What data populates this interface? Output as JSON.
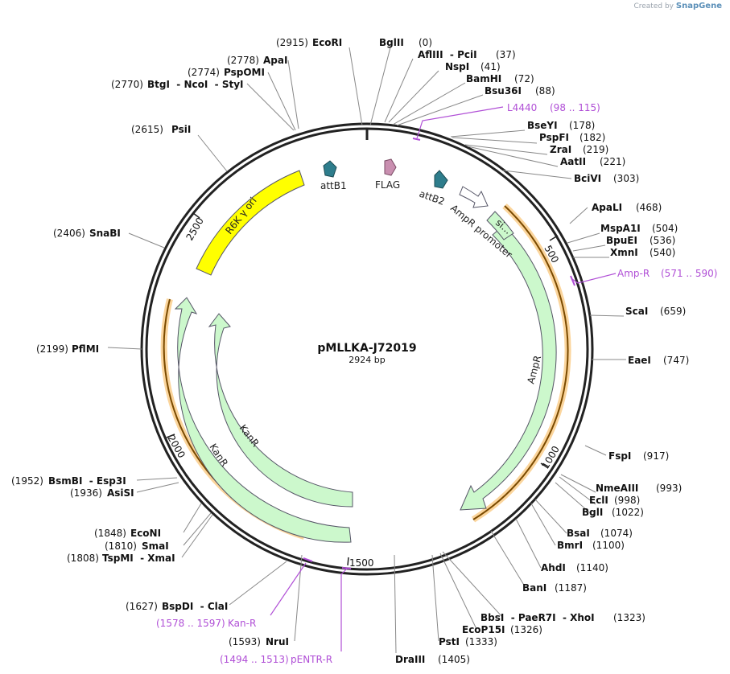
{
  "brand": {
    "created_by": "Created by",
    "name": "SnapGene"
  },
  "plasmid": {
    "name": "pMLLKA-J72019",
    "size_label": "2924 bp"
  },
  "ticks": [
    "500",
    "1000",
    "1500",
    "2000",
    "2500"
  ],
  "enzymes": [
    {
      "id": "ecori",
      "label": "EcoRI",
      "num": "(2915)"
    },
    {
      "id": "bglii",
      "label": "BglII",
      "num": "(0)"
    },
    {
      "id": "aflIII",
      "label": "AflIII  - PciI",
      "num": "(37)"
    },
    {
      "id": "nspi",
      "label": "NspI",
      "num": "(41)"
    },
    {
      "id": "bamhi",
      "label": "BamHI",
      "num": "(72)"
    },
    {
      "id": "bsu36i",
      "label": "Bsu36I",
      "num": "(88)"
    },
    {
      "id": "bseyi",
      "label": "BseYI",
      "num": "(178)"
    },
    {
      "id": "pspfi",
      "label": "PspFI",
      "num": "(182)"
    },
    {
      "id": "zrai",
      "label": "ZraI",
      "num": "(219)"
    },
    {
      "id": "aatii",
      "label": "AatII",
      "num": "(221)"
    },
    {
      "id": "bcivi",
      "label": "BciVI",
      "num": "(303)"
    },
    {
      "id": "apali",
      "label": "ApaLI",
      "num": "(468)"
    },
    {
      "id": "mspa1i",
      "label": "MspA1I",
      "num": "(504)"
    },
    {
      "id": "bpuei",
      "label": "BpuEI",
      "num": "(536)"
    },
    {
      "id": "xmni",
      "label": "XmnI",
      "num": "(540)"
    },
    {
      "id": "scai",
      "label": "ScaI",
      "num": "(659)"
    },
    {
      "id": "eaei",
      "label": "EaeI",
      "num": "(747)"
    },
    {
      "id": "fspi",
      "label": "FspI",
      "num": "(917)"
    },
    {
      "id": "nmeaiii",
      "label": "NmeAIII",
      "num": "(993)"
    },
    {
      "id": "ecli",
      "label": "EclI",
      "num": "(998)"
    },
    {
      "id": "bgli",
      "label": "BglI",
      "num": "(1022)"
    },
    {
      "id": "bsai",
      "label": "BsaI",
      "num": "(1074)"
    },
    {
      "id": "bmri",
      "label": "BmrI",
      "num": "(1100)"
    },
    {
      "id": "ahdi",
      "label": "AhdI",
      "num": "(1140)"
    },
    {
      "id": "bani",
      "label": "BanI",
      "num": "(1187)"
    },
    {
      "id": "bbsi",
      "label": "BbsI  - PaeR7I  - XhoI",
      "num": "(1323)"
    },
    {
      "id": "ecop15i",
      "label": "EcoP15I",
      "num": "(1326)"
    },
    {
      "id": "psti",
      "label": "PstI",
      "num": "(1333)"
    },
    {
      "id": "draiii",
      "label": "DraIII",
      "num": "(1405)"
    },
    {
      "id": "nrui",
      "label": "NruI",
      "num": "(1593)"
    },
    {
      "id": "bspdi",
      "label": "BspDI  - ClaI",
      "num": "(1627)"
    },
    {
      "id": "tspmi",
      "label": "TspMI  - XmaI",
      "num": "(1808)"
    },
    {
      "id": "smai",
      "label": "SmaI",
      "num": "(1810)"
    },
    {
      "id": "econi",
      "label": "EcoNI",
      "num": "(1848)"
    },
    {
      "id": "asisi",
      "label": "AsiSI",
      "num": "(1936)"
    },
    {
      "id": "bsmbi",
      "label": "BsmBI  - Esp3I",
      "num": "(1952)"
    },
    {
      "id": "pflmi",
      "label": "PflMI",
      "num": "(2199)"
    },
    {
      "id": "snabi",
      "label": "SnaBI",
      "num": "(2406)"
    },
    {
      "id": "psii",
      "label": "PsiI",
      "num": "(2615)"
    },
    {
      "id": "btgi",
      "label": "BtgI  - NcoI  - StyI",
      "num": "(2770)"
    },
    {
      "id": "pspomi",
      "label": "PspOMI",
      "num": "(2774)"
    },
    {
      "id": "apai",
      "label": "ApaI",
      "num": "(2778)"
    }
  ],
  "primers": [
    {
      "id": "l4440",
      "label": "L4440",
      "range": "(98 .. 115)"
    },
    {
      "id": "ampr",
      "label": "Amp-R",
      "range": "(571 .. 590)"
    },
    {
      "id": "kanr",
      "label": "Kan-R",
      "range": "(1578 .. 1597)"
    },
    {
      "id": "pentr",
      "label": "pENTR-R",
      "range": "(1494 .. 1513)"
    }
  ],
  "features": {
    "attb1": "attB1",
    "flag": "FLAG",
    "attb2": "attB2",
    "ampr_promoter": "AmpR promoter",
    "signal": "si...",
    "ampr": "AmpR",
    "kanr_outer": "KanR",
    "kanr_inner": "KanR",
    "r6k": "R6K γ ori"
  },
  "colors": {
    "primer": "#b04fd6",
    "cds": "#ccf8cc",
    "ori": "#ffff00",
    "att": "#2e7d8c",
    "flag": "#c98fb0",
    "orange": "#f7b24a"
  }
}
